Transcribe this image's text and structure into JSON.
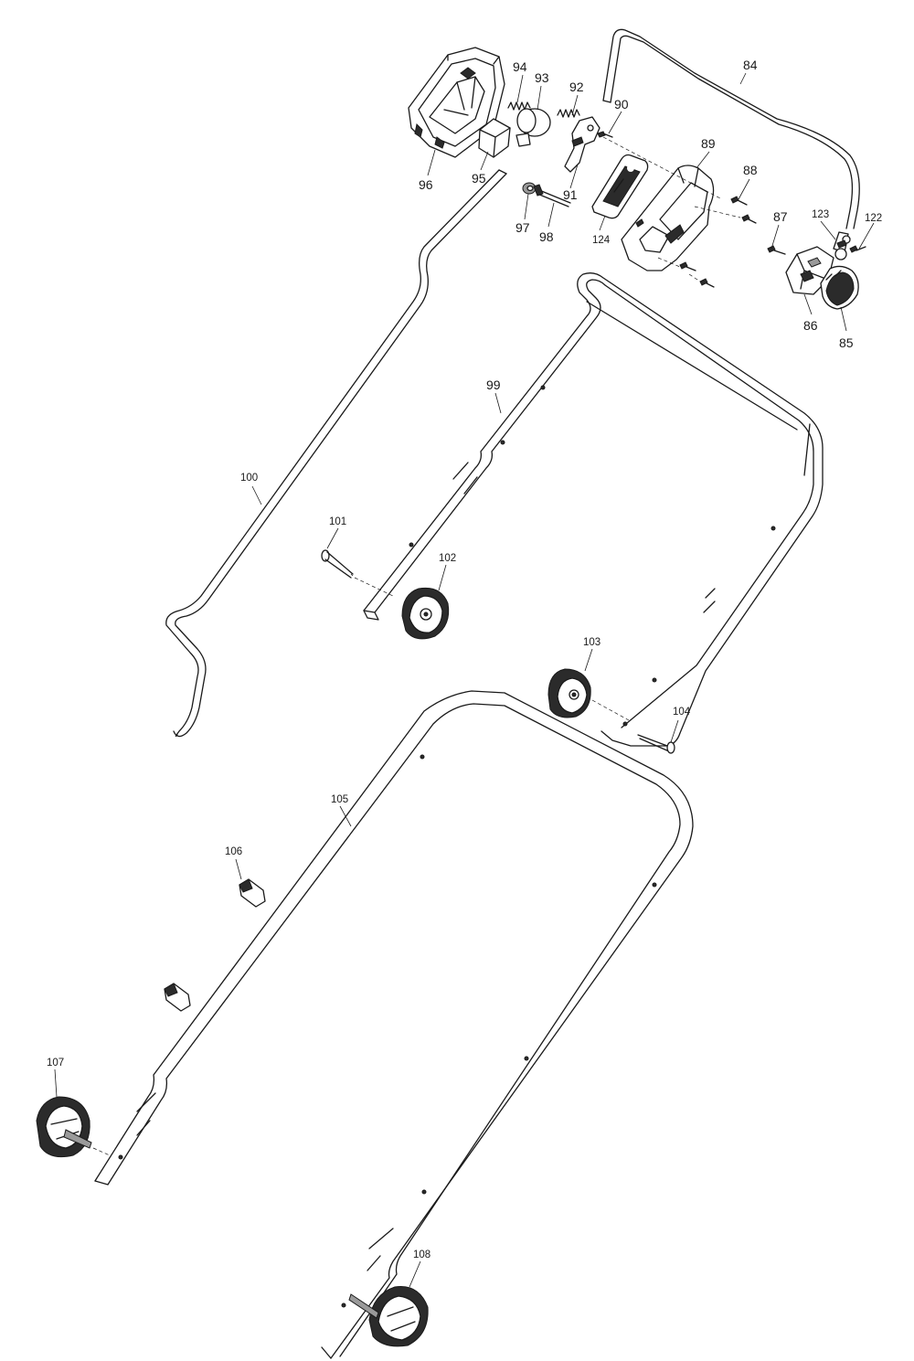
{
  "diagram": {
    "callouts": [
      {
        "id": "p84",
        "text": "84"
      },
      {
        "id": "p85",
        "text": "85"
      },
      {
        "id": "p86",
        "text": "86"
      },
      {
        "id": "p87",
        "text": "87"
      },
      {
        "id": "p88",
        "text": "88"
      },
      {
        "id": "p89",
        "text": "89"
      },
      {
        "id": "p90",
        "text": "90"
      },
      {
        "id": "p91",
        "text": "91"
      },
      {
        "id": "p92",
        "text": "92"
      },
      {
        "id": "p93",
        "text": "93"
      },
      {
        "id": "p94",
        "text": "94"
      },
      {
        "id": "p95",
        "text": "95"
      },
      {
        "id": "p96",
        "text": "96"
      },
      {
        "id": "p97",
        "text": "97"
      },
      {
        "id": "p98",
        "text": "98"
      },
      {
        "id": "p99",
        "text": "99"
      },
      {
        "id": "p100",
        "text": "100"
      },
      {
        "id": "p101",
        "text": "101"
      },
      {
        "id": "p102",
        "text": "102"
      },
      {
        "id": "p103",
        "text": "103"
      },
      {
        "id": "p104",
        "text": "104"
      },
      {
        "id": "p105",
        "text": "105"
      },
      {
        "id": "p106",
        "text": "106"
      },
      {
        "id": "p107",
        "text": "107"
      },
      {
        "id": "p108",
        "text": "108"
      },
      {
        "id": "p122",
        "text": "122"
      },
      {
        "id": "p123",
        "text": "123"
      },
      {
        "id": "p124",
        "text": "124"
      }
    ]
  }
}
